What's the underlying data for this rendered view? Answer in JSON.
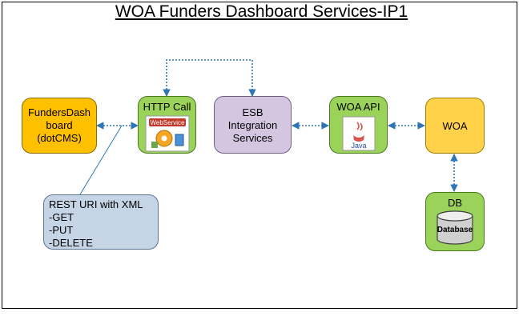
{
  "title": "WOA Funders Dashboard Services-IP1",
  "nodes": {
    "funders": {
      "lines": [
        "FundersDash",
        "board",
        "(dotCMS)"
      ]
    },
    "http": {
      "label": "HTTP Call",
      "icon_text": "WebService"
    },
    "esb": {
      "lines": [
        "ESB",
        "Integration",
        "Services"
      ]
    },
    "woa_api": {
      "label": "WOA API",
      "icon_text": "Java"
    },
    "woa": {
      "label": "WOA"
    },
    "db": {
      "label": "DB",
      "icon_text": "Database"
    }
  },
  "note": {
    "lines": [
      "REST URI with XML",
      "-GET",
      "-PUT",
      "-DELETE"
    ]
  },
  "colors": {
    "orange": "#ffc000",
    "green": "#9ad25a",
    "lilac": "#d4c6e0",
    "yellow": "#ffd24a",
    "note_blue": "#c5d5e6",
    "connector": "#2e75b6"
  }
}
